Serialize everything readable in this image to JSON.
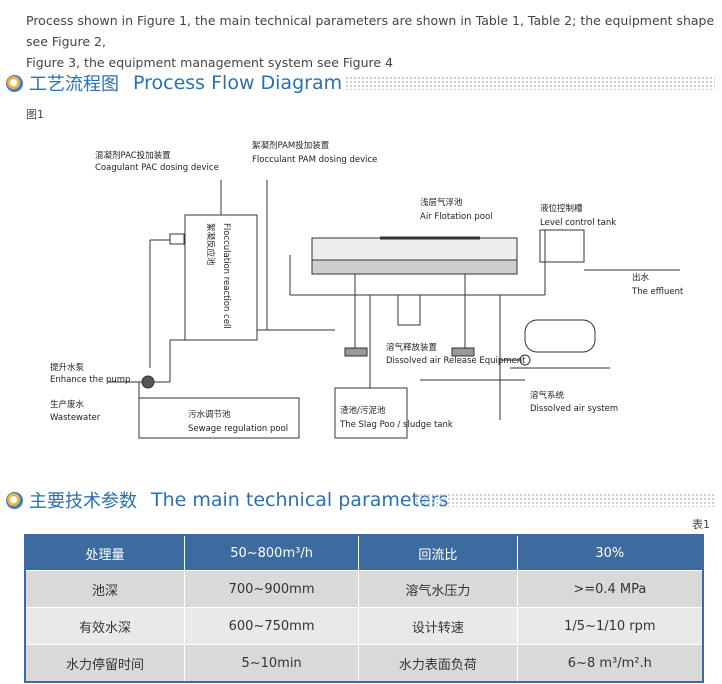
{
  "intro": {
    "line1": "Process shown in Figure 1, the main technical parameters are shown in Table 1, Table 2; the equipment shape see Figure 2,",
    "line2": "Figure 3, the equipment management system see Figure 4"
  },
  "section1": {
    "title_cn": "工艺流程图",
    "title_en": "Process Flow Diagram",
    "figure_label": "图1"
  },
  "diagram": {
    "pac_cn": "混凝剂PAC投加装置",
    "pac_en": "Coagulant PAC dosing device",
    "pam_cn": "絮凝剂PAM投加装置",
    "pam_en": "Flocculant PAM dosing device",
    "flocc_cn": "絮凝反应池",
    "flocc_en": "Flocculation reaction cell",
    "afp_cn": "浅层气浮池",
    "afp_en": "Air Flotation pool",
    "level_cn": "液位控制槽",
    "level_en": "Level control tank",
    "effluent_cn": "出水",
    "effluent_en": "The effluent",
    "pump_cn": "提升水泵",
    "pump_en": "Enhance the pump",
    "waste_cn": "生产废水",
    "waste_en": "Wastewater",
    "sewage_cn": "污水调节池",
    "sewage_en": "Sewage regulation pool",
    "slag_cn": "渣池/污泥池",
    "slag_en": "The Slag Poo / sludge tank",
    "release_cn": "溶气释放装置",
    "release_en": "Dissolved air Release Equipment",
    "dissolved_cn": "溶气系统",
    "dissolved_en": "Dissolved air system"
  },
  "section2": {
    "title_cn": "主要技术参数",
    "title_en": "The main technical parameters",
    "table_label": "表1"
  },
  "params": {
    "header": [
      "处理量",
      "50~800m³/h",
      "回流比",
      "30%"
    ],
    "rows": [
      [
        "池深",
        "700~900mm",
        "溶气水压力",
        ">=0.4 MPa"
      ],
      [
        "有效水深",
        "600~750mm",
        "设计转速",
        "1/5~1/10 rpm"
      ],
      [
        "水力停留时间",
        "5~10min",
        "水力表面负荷",
        "6~8 m³/m².h"
      ]
    ]
  },
  "colors": {
    "accent_blue": "#2b6fb5",
    "table_header": "#3d6b9f",
    "row_gray": "#d9d9d9"
  }
}
